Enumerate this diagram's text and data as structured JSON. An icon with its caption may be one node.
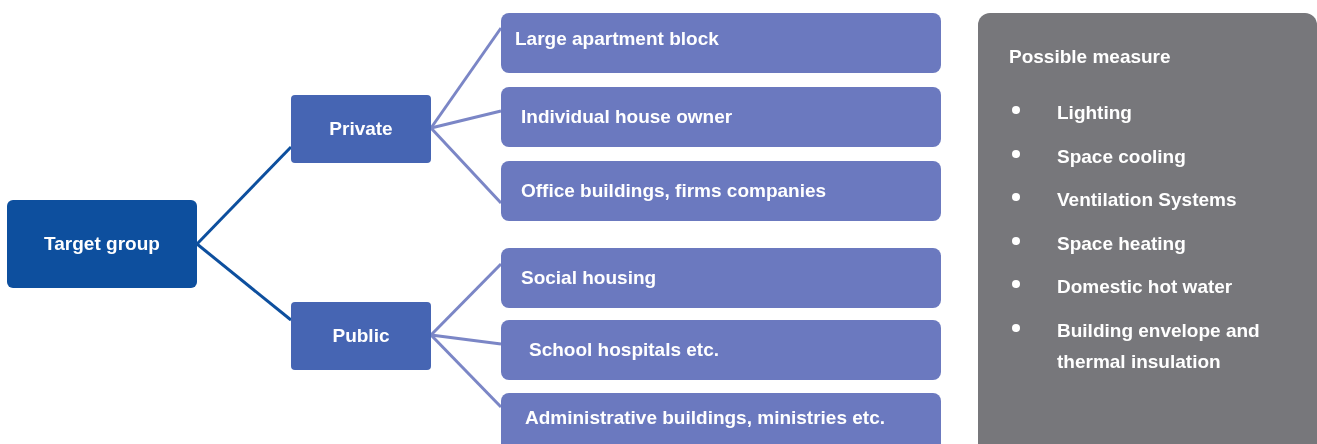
{
  "diagram": {
    "nodes": [
      {
        "text": [
          "Target group"
        ]
      },
      {
        "text": [
          "Private"
        ]
      },
      {
        "text": [
          "Public"
        ]
      },
      {
        "text": [
          "Large apartment block"
        ]
      },
      {
        "text": [
          "Individual house owner"
        ]
      },
      {
        "text": [
          "Office buildings, firms companies"
        ]
      },
      {
        "text": [
          "Social housing"
        ]
      },
      {
        "text": [
          "School hospitals etc."
        ]
      },
      {
        "text": [
          "Administrative buildings, ministries etc."
        ]
      },
      {
        "text": [
          "Possible measure",
          "Lighting",
          "Space cooling",
          "Ventilation Systems",
          "Space heating",
          "Domestic hot water",
          "Building envelope and thermal insulation"
        ]
      }
    ],
    "edges": [
      {
        "from": 0,
        "to": 1,
        "arrow": "none",
        "color": "#0d4f9e"
      },
      {
        "from": 0,
        "to": 2,
        "arrow": "none",
        "color": "#0d4f9e"
      },
      {
        "from": 1,
        "to": 3,
        "arrow": "none"
      },
      {
        "from": 1,
        "to": 4,
        "arrow": "none"
      },
      {
        "from": 1,
        "to": 5,
        "arrow": "none"
      },
      {
        "from": 2,
        "to": 6,
        "arrow": "none"
      },
      {
        "from": 2,
        "to": 7,
        "arrow": "none"
      },
      {
        "from": 2,
        "to": 8,
        "arrow": "none"
      }
    ]
  }
}
